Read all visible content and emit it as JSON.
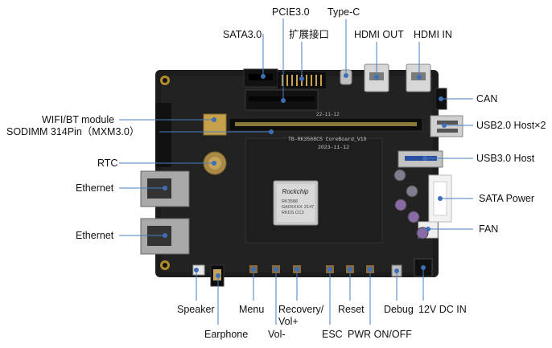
{
  "labels": {
    "sata30": "SATA3.0",
    "pcie30": "PCIE3.0",
    "expansion": "扩展接口",
    "typec": "Type-C",
    "hdmi_out": "HDMI OUT",
    "hdmi_in": "HDMI IN",
    "wifi_bt": "WIFI/BT module",
    "sodimm": "SODIMM 314Pin（MXM3.0）",
    "can": "CAN",
    "usb20": "USB2.0 Host×2",
    "usb30": "USB3.0 Host",
    "rtc": "RTC",
    "ethernet1": "Ethernet",
    "ethernet2": "Ethernet",
    "sata_power": "SATA Power",
    "fan": "FAN",
    "speaker": "Speaker",
    "earphone": "Earphone",
    "menu": "Menu",
    "vol_minus": "Vol-",
    "recovery": "Recovery/",
    "vol_plus": "Vol+",
    "esc": "ESC",
    "reset": "Reset",
    "pwr": "PWR ON/OFF",
    "debug": "Debug",
    "dc_in": "12V DC IN"
  },
  "board_text": {
    "chip_brand": "Rockchip",
    "chip_lines": [
      "RK3588",
      "GA0XXXX",
      "2147",
      "RKDS CC2"
    ],
    "silk_top": "22-11-12",
    "silk_name": "TB-RK3588CS CoreBoard_V10",
    "silk_date": "2023-11-12"
  },
  "colors": {
    "board": "#1c1c1c",
    "leader": "#4a7ec0",
    "dot": "#3d6fb6"
  }
}
